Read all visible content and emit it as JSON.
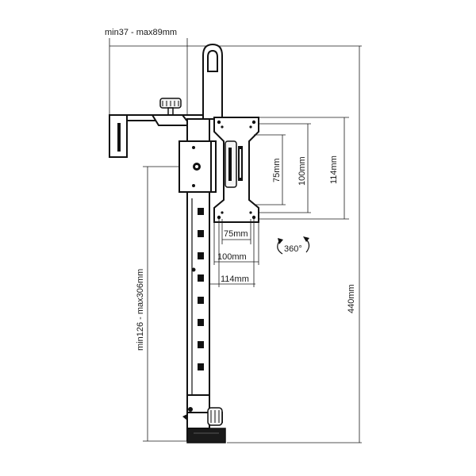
{
  "labels": {
    "clamp_range": "min37 - max89mm",
    "pole_range": "min126 - max306mm",
    "total_height": "440mm",
    "vesa_h_75": "75mm",
    "vesa_h_100": "100mm",
    "vesa_h_114": "114mm",
    "vesa_v_75": "75mm",
    "vesa_v_100": "100mm",
    "vesa_v_114": "114mm",
    "rotation": "360°"
  },
  "icons": {
    "rotation": "rotate-360-icon"
  },
  "colors": {
    "line": "#111111",
    "background": "#ffffff"
  }
}
